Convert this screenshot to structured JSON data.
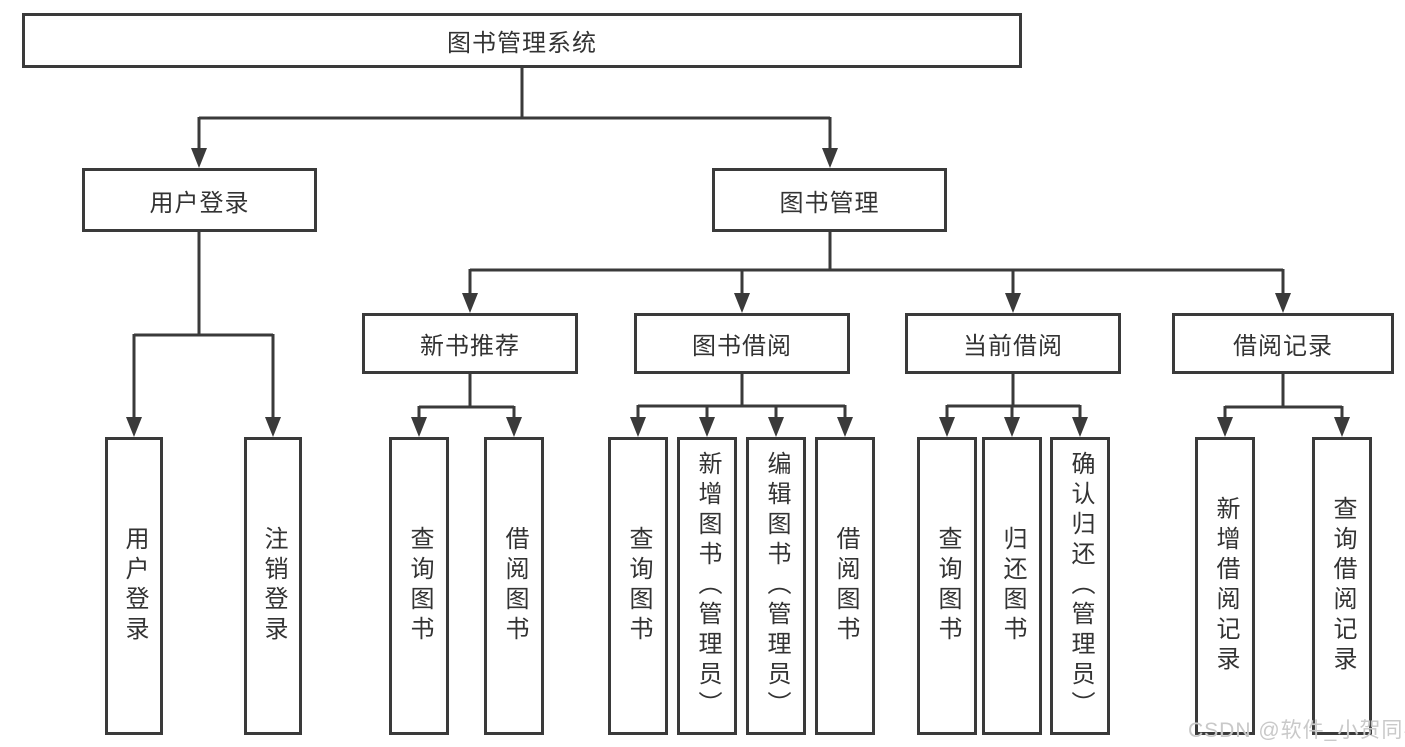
{
  "tree": {
    "label": "图书管理系统",
    "children": [
      {
        "label": "用户登录",
        "children": [
          {
            "label": "用户登录"
          },
          {
            "label": "注销登录"
          }
        ]
      },
      {
        "label": "图书管理",
        "children": [
          {
            "label": "新书推荐",
            "children": [
              {
                "label": "查询图书"
              },
              {
                "label": "借阅图书"
              }
            ]
          },
          {
            "label": "图书借阅",
            "children": [
              {
                "label": "查询图书"
              },
              {
                "label": "新增图书（管理员）"
              },
              {
                "label": "编辑图书（管理员）"
              },
              {
                "label": "借阅图书"
              }
            ]
          },
          {
            "label": "当前借阅",
            "children": [
              {
                "label": "查询图书"
              },
              {
                "label": "归还图书"
              },
              {
                "label": "确认归还（管理员）"
              }
            ]
          },
          {
            "label": "借阅记录",
            "children": [
              {
                "label": "新增借阅记录"
              },
              {
                "label": "查询借阅记录"
              }
            ]
          }
        ]
      }
    ]
  },
  "watermark": "CSDN @软件_小贺同学",
  "colors": {
    "line": "#3a3a3a",
    "box_border": "#3a3a3a",
    "text": "#333333",
    "background": "#ffffff",
    "watermark": "#c9c9c9"
  }
}
